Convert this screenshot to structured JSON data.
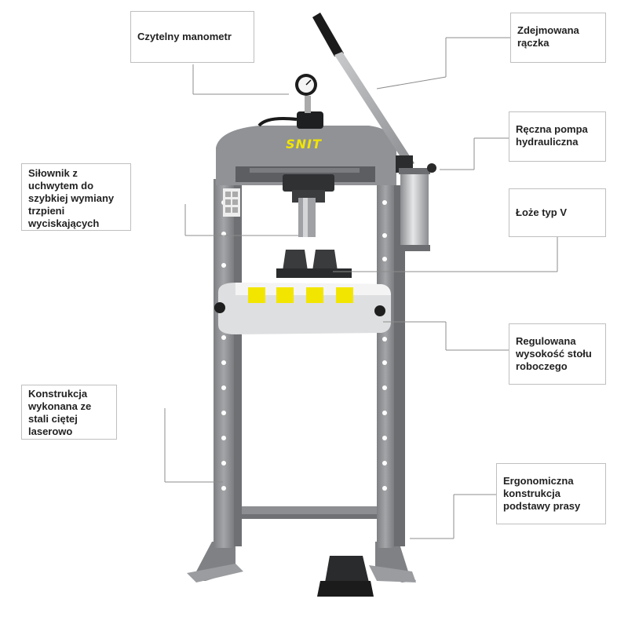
{
  "brand": {
    "logo_text": "SNIT",
    "accent_color": "#f2e600",
    "frame_color": "#8e9093"
  },
  "callouts": {
    "manometer": {
      "lines": [
        "Czytelny manometr"
      ]
    },
    "handle": {
      "lines": [
        "Zdejmowana",
        "rączka"
      ]
    },
    "pump": {
      "lines": [
        "Ręczna pompa",
        "hydrauliczna"
      ]
    },
    "cylinder": {
      "lines": [
        "Siłownik z",
        "uchwytem do",
        "szybkiej wymiany",
        "trzpieni",
        "wyciskających"
      ]
    },
    "v_bed": {
      "lines": [
        "Łoże typ V"
      ]
    },
    "table_height": {
      "lines": [
        "Regulowana",
        "wysokość stołu",
        "roboczego"
      ]
    },
    "construction": {
      "lines": [
        "Konstrukcja",
        "wykonana ze",
        "stali ciętej",
        "laserowo"
      ]
    },
    "ergonomic": {
      "lines": [
        "Ergonomiczna",
        "konstrukcja",
        "podstawy prasy"
      ]
    }
  }
}
